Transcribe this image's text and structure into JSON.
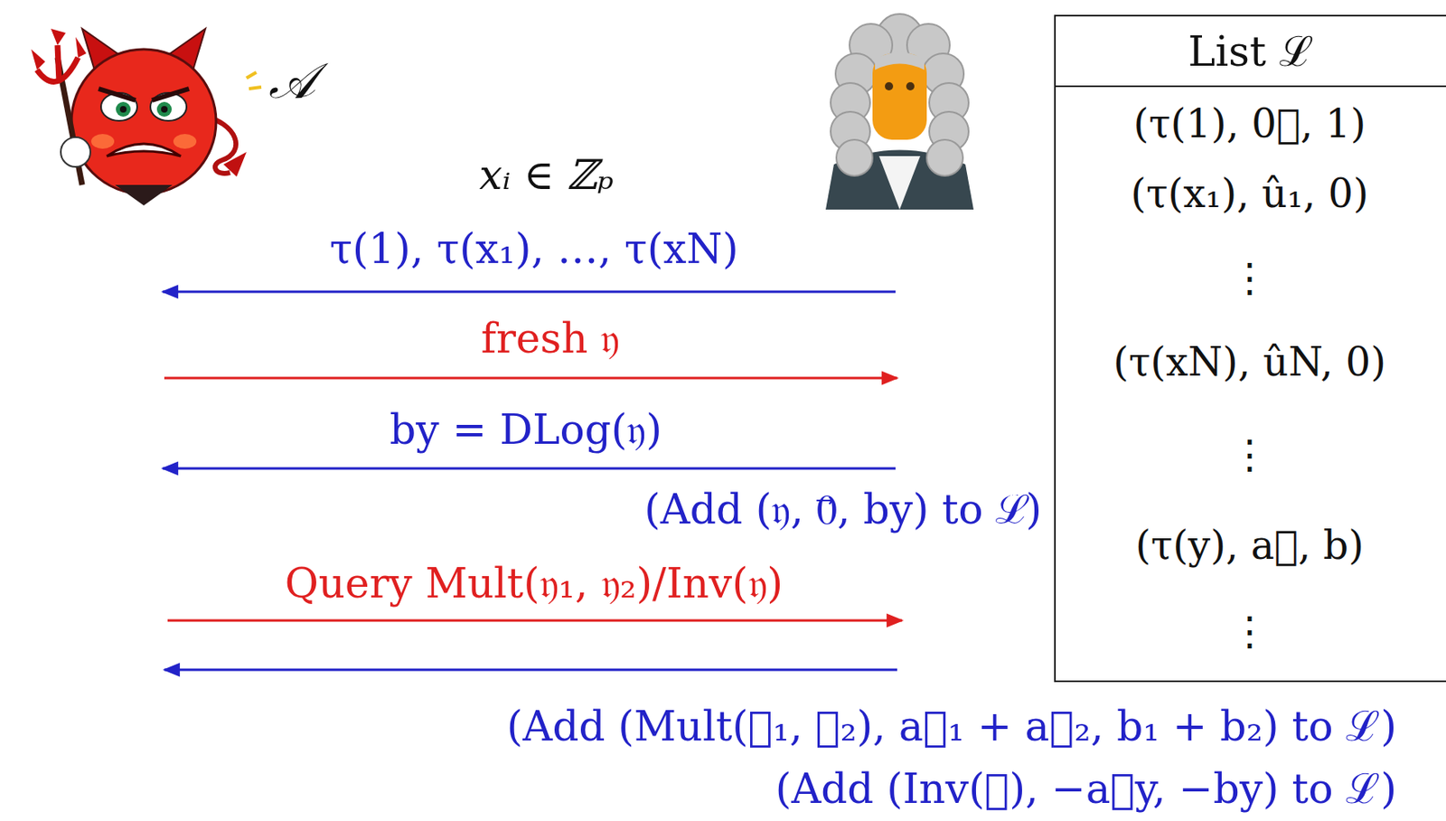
{
  "diagram": {
    "nodes": [
      {
        "text": [
          "List ℒ"
        ]
      }
    ],
    "labels": [
      "𝒜",
      "xᵢ ∈ ℤₚ",
      "τ(1), τ(x₁), …, τ(xN)",
      "fresh 𝔶",
      "by = DLog(𝔶)",
      "(Add (𝔶, 0⃗, by) to ℒ)",
      "Query Mult(𝔶₁, 𝔶₂)/Inv(𝔶)",
      "(Add (Mult(𝔶₁, 𝔶₂), a⃗₁ + a⃗₂, b₁ + b₂) to ℒ)",
      "(Add (Inv(𝔶), −a⃗y, −by) to ℒ)",
      "(τ(1), 0⃗, 1)",
      "(τ(x₁), û₁, 0)",
      "⋮",
      "(τ(xN), ûN, 0)",
      "⋮",
      "(τ(y), a⃗, b)",
      "⋮"
    ]
  }
}
